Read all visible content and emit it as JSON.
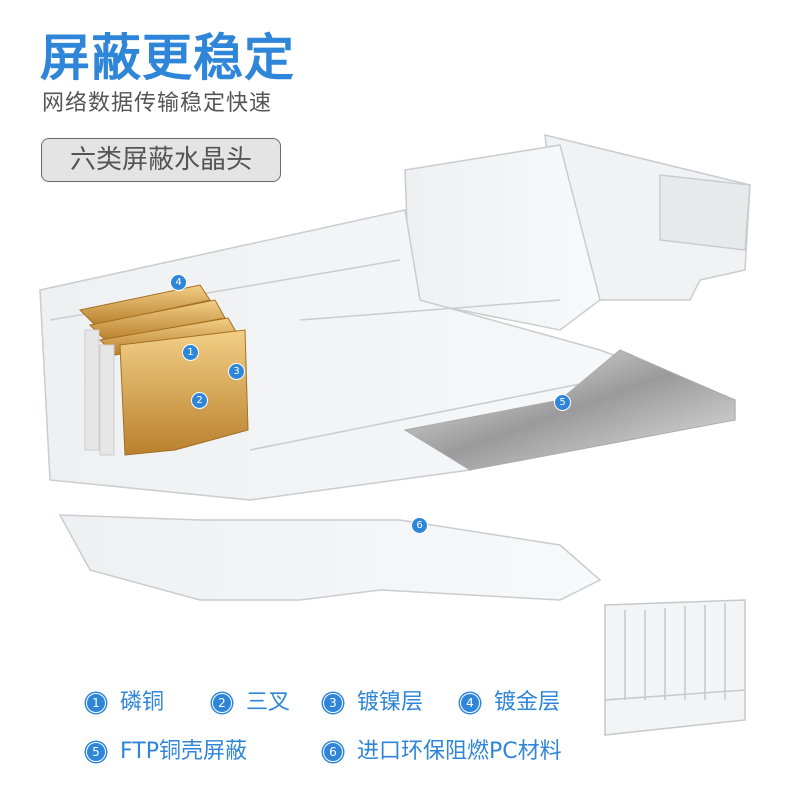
{
  "header": {
    "title": "屏蔽更稳定",
    "subtitle": "网络数据传输稳定快速",
    "badge": "六类屏蔽水晶头"
  },
  "markers": [
    "1",
    "2",
    "3",
    "4",
    "5",
    "6"
  ],
  "legend": [
    {
      "num": "1",
      "label": "磷铜"
    },
    {
      "num": "2",
      "label": "三叉"
    },
    {
      "num": "3",
      "label": "镀镍层"
    },
    {
      "num": "4",
      "label": "镀金层"
    },
    {
      "num": "5",
      "label": "FTP铜壳屏蔽"
    },
    {
      "num": "6",
      "label": "进口环保阻燃PC材料"
    }
  ],
  "colors": {
    "accent": "#2f86d8",
    "gold": "#d9a64a",
    "text_gray": "#555555"
  }
}
